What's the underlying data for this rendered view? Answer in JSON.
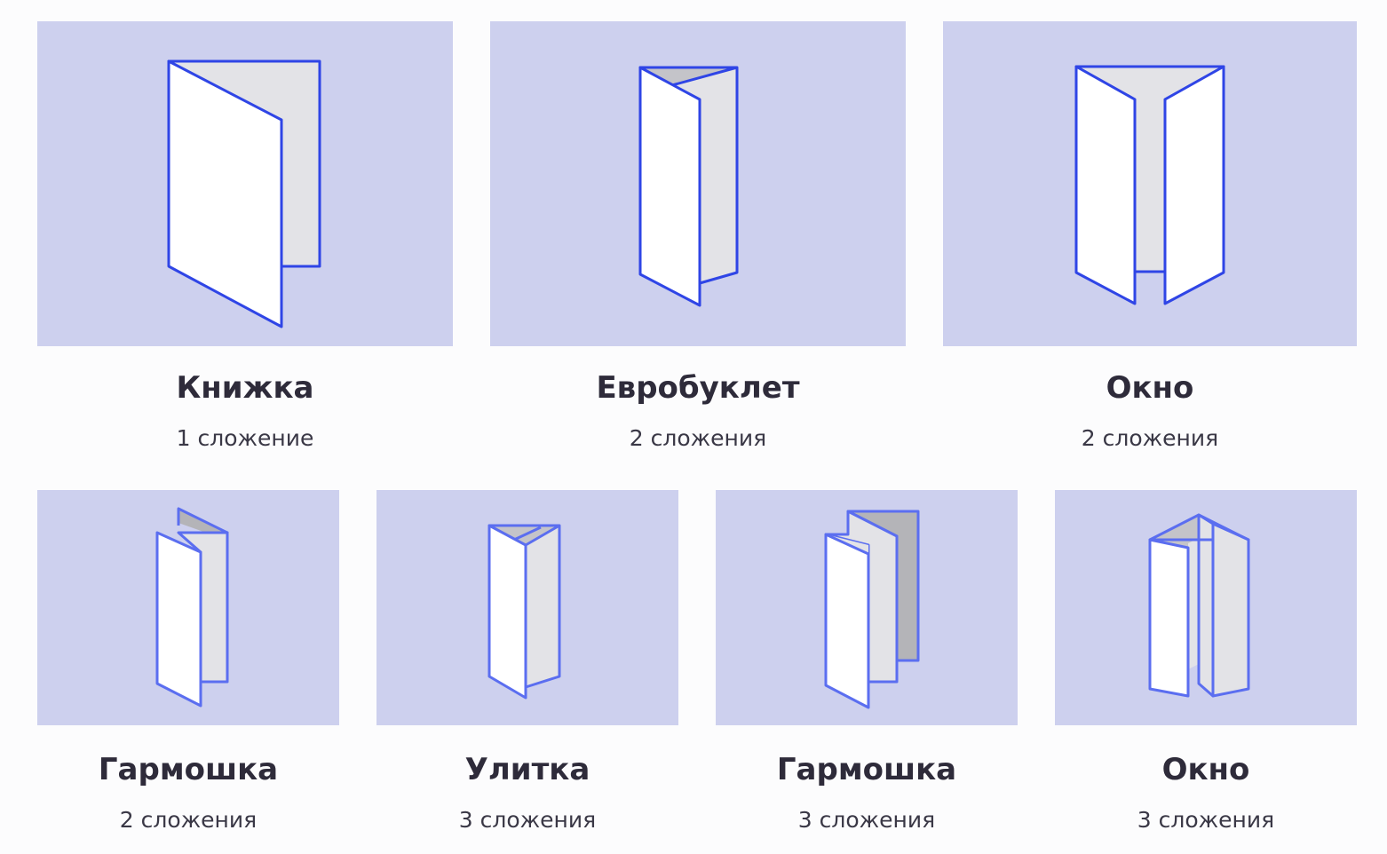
{
  "accent_color": "#2f45e6",
  "card_color": "#cdd0ee",
  "folds": [
    {
      "title": "Книжка",
      "subtitle": "1 сложение",
      "icon": "book-fold-icon"
    },
    {
      "title": "Евробуклет",
      "subtitle": "2 сложения",
      "icon": "eurobooklet-fold-icon"
    },
    {
      "title": "Окно",
      "subtitle": "2 сложения",
      "icon": "window-fold-icon"
    },
    {
      "title": "Гармошка",
      "subtitle": "2 сложения",
      "icon": "accordion-fold-icon"
    },
    {
      "title": "Улитка",
      "subtitle": "3 сложения",
      "icon": "roll-fold-icon"
    },
    {
      "title": "Гармошка",
      "subtitle": "3 сложения",
      "icon": "accordion-3-fold-icon"
    },
    {
      "title": "Окно",
      "subtitle": "3 сложения",
      "icon": "window-3-fold-icon"
    }
  ]
}
